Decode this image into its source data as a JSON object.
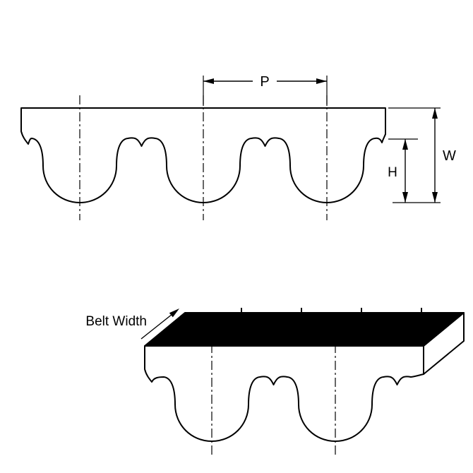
{
  "colors": {
    "line": "#000000",
    "surface": "#ffffff",
    "top_face": "#000000",
    "background": "#ffffff"
  },
  "top_view": {
    "pitch_label": "P",
    "belt_thickness_label": "W",
    "tooth_height_label": "H"
  },
  "bottom_view": {
    "belt_width_label": "Belt Width"
  }
}
